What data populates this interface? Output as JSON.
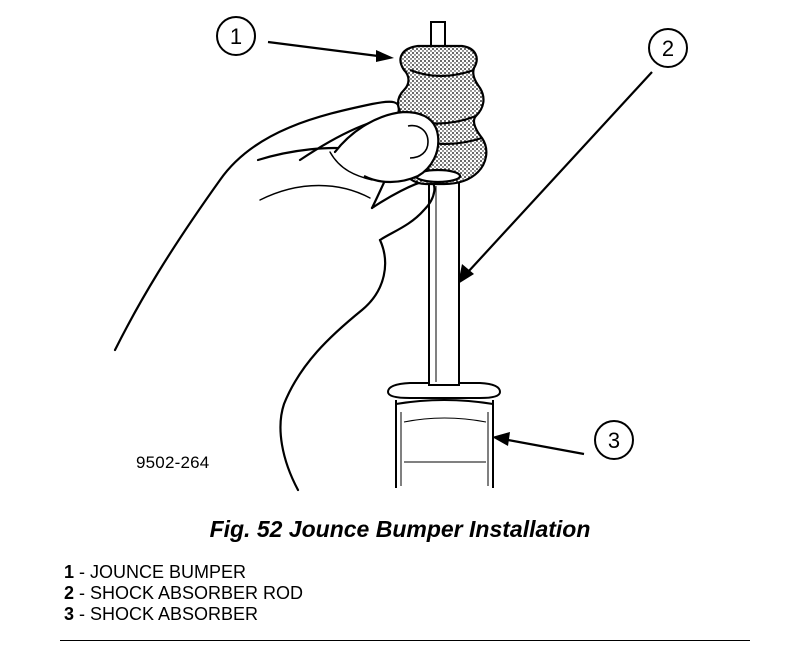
{
  "figure": {
    "id_label": "9502-264",
    "callouts": [
      {
        "number": "1",
        "target": "jounce-bumper"
      },
      {
        "number": "2",
        "target": "shock-absorber-rod"
      },
      {
        "number": "3",
        "target": "shock-absorber"
      }
    ]
  },
  "caption": "Fig. 52 Jounce Bumper Installation",
  "legend": [
    {
      "number": "1",
      "text": " - JOUNCE BUMPER"
    },
    {
      "number": "2",
      "text": " - SHOCK ABSORBER ROD"
    },
    {
      "number": "3",
      "text": " - SHOCK ABSORBER"
    }
  ]
}
